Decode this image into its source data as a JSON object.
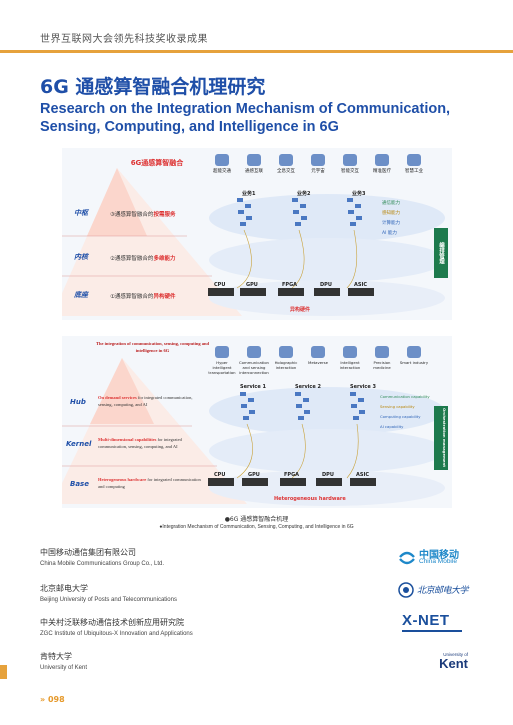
{
  "header": {
    "text": "世界互联网大会领先科技奖收录成果"
  },
  "title": {
    "zh": "6G 通感算智融合机理研究",
    "en": "Research on the Integration Mechanism of Communication, Sensing, Computing, and Intelligence in 6G"
  },
  "figure": {
    "top": {
      "pyramid_title": "6G通感算智融合",
      "layers": [
        {
          "label": "中枢",
          "text_prefix": "③通感算智融合的",
          "text_highlight": "按需服务"
        },
        {
          "label": "内核",
          "text_prefix": "②通感算智融合的",
          "text_highlight": "多维能力"
        },
        {
          "label": "底座",
          "text_prefix": "①通感算智融合的",
          "text_highlight": "异构硬件"
        }
      ],
      "apps": [
        "超能交通",
        "通感互联",
        "全息交互",
        "元宇宙",
        "智能交互",
        "精准医疗",
        "智慧工业"
      ],
      "services": [
        "业务1",
        "业务2",
        "业务3"
      ],
      "capabilities": [
        "通信能力",
        "感知能力",
        "计算能力",
        "AI 能力"
      ],
      "hardware": [
        "CPU",
        "GPU",
        "FPGA",
        "DPU",
        "ASIC"
      ],
      "hardware_label": "异构硬件",
      "management": "编排管理"
    },
    "bottom": {
      "pyramid_title": "The integration of communication, sensing, computing and intelligence in 6G",
      "layers": [
        {
          "label": "Hub",
          "text_highlight": "On demand services",
          "text_suffix": "for integrated communication, sensing, computing, and AI"
        },
        {
          "label": "Kernel",
          "text_highlight": "Multi-dimensional capabilities",
          "text_suffix": "for integrated communication, sensing, computing, and AI"
        },
        {
          "label": "Base",
          "text_highlight": "Heterogeneous hardware",
          "text_suffix": "for integrated communication and computing"
        }
      ],
      "apps": [
        "Hyper intelligent transportation",
        "Communication and sensing interconnection",
        "Holographic interaction",
        "Metaverse",
        "Intelligent interaction",
        "Precision medicine",
        "Smart industry"
      ],
      "services": [
        "Service 1",
        "Service 2",
        "Service 3"
      ],
      "capabilities": [
        "Communication capability",
        "Sensing capability",
        "Computing capability",
        "AI capability"
      ],
      "hardware": [
        "CPU",
        "GPU",
        "FPGA",
        "DPU",
        "ASIC"
      ],
      "hardware_label": "Heterogeneous hardware",
      "management": "Orchestration management"
    },
    "caption_zh": "●6G 通感算智融合机理",
    "caption_en": "●Integration Mechanism of Communication, Sensing, Computing, and Intelligence in 6G"
  },
  "orgs": [
    {
      "zh": "中国移动通信集团有限公司",
      "en": "China Mobile Communications Group Co., Ltd.",
      "logo_zh": "中国移动",
      "logo_en": "China Mobile"
    },
    {
      "zh": "北京邮电大学",
      "en": "Beijing University of Posts and Telecommunications",
      "logo_zh": "北京邮电大学"
    },
    {
      "zh": "中关村泛联移动通信技术创新应用研究院",
      "en": "ZGC Institute of Ubiquitous-X Innovation and Applications",
      "logo_en": "X-NET"
    },
    {
      "zh": "肯特大学",
      "en": "University of Kent",
      "logo_small": "University of",
      "logo_en": "Kent"
    }
  ],
  "page": {
    "number": "» 098"
  },
  "colors": {
    "accent": "#e6a23c",
    "title": "#1f4fa8",
    "highlight": "#d33333",
    "mgmt": "#1d7a4d"
  }
}
